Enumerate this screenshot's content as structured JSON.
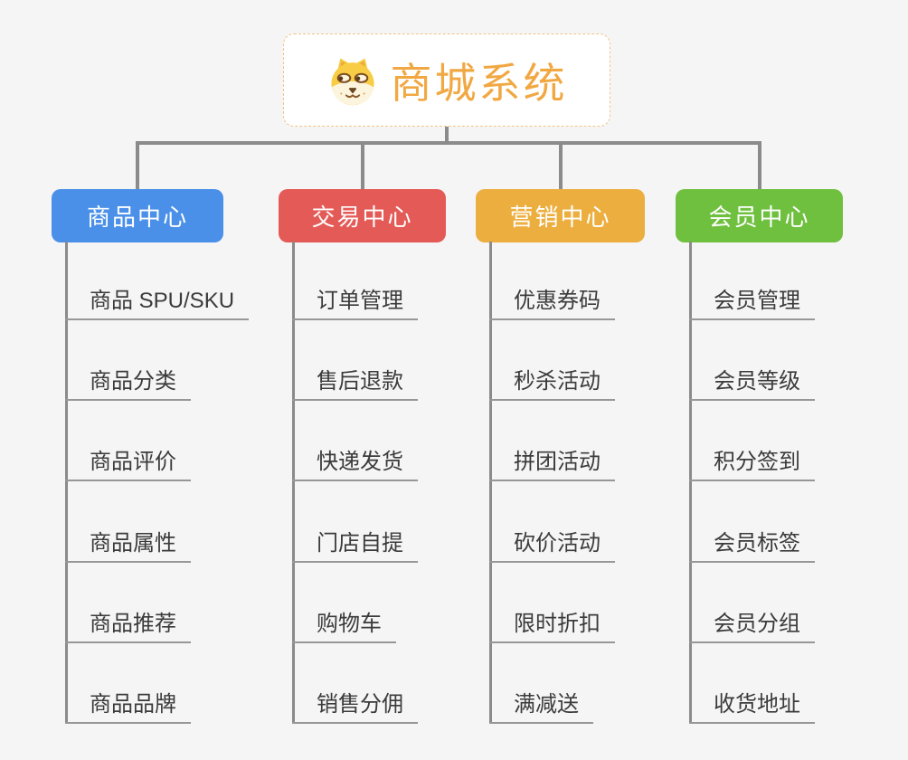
{
  "root": {
    "title": "商城系统",
    "icon": "shiba-dog-icon",
    "text_color": "#f1a843",
    "border_color": "#f0c488"
  },
  "colors": {
    "background": "#f5f5f6",
    "connector": "#8b8b8b",
    "leaf_text": "#3b3b3b"
  },
  "branches": [
    {
      "label": "商品中心",
      "color": "#4a90e8",
      "children": [
        "商品 SPU/SKU",
        "商品分类",
        "商品评价",
        "商品属性",
        "商品推荐",
        "商品品牌"
      ]
    },
    {
      "label": "交易中心",
      "color": "#e45a56",
      "children": [
        "订单管理",
        "售后退款",
        "快递发货",
        "门店自提",
        "购物车",
        "销售分佣"
      ]
    },
    {
      "label": "营销中心",
      "color": "#ecae3e",
      "children": [
        "优惠券码",
        "秒杀活动",
        "拼团活动",
        "砍价活动",
        "限时折扣",
        "满减送"
      ]
    },
    {
      "label": "会员中心",
      "color": "#6fc03f",
      "children": [
        "会员管理",
        "会员等级",
        "积分签到",
        "会员标签",
        "会员分组",
        "收货地址"
      ]
    }
  ]
}
